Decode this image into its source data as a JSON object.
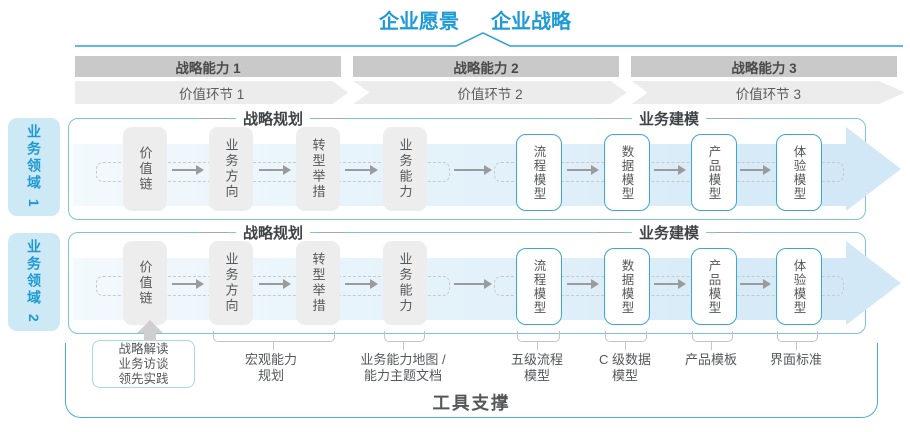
{
  "title": {
    "vision": "企业愿景",
    "strategy": "企业战略"
  },
  "strategy_capabilities": [
    "战略能力 1",
    "战略能力 2",
    "战略能力 3"
  ],
  "value_links": [
    "价值环节 1",
    "价值环节 2",
    "价值环节 3"
  ],
  "business_domains": [
    "业务领域 1",
    "业务领域 2"
  ],
  "rows": [
    {
      "planning": "战略规划",
      "modeling": "业务建模",
      "boxes": [
        "价值链",
        "业务方向",
        "转型举措",
        "业务能力",
        "流程模型",
        "数据模型",
        "产品模型",
        "体验模型"
      ]
    },
    {
      "planning": "战略规划",
      "modeling": "业务建模",
      "boxes": [
        "价值链",
        "业务方向",
        "转型举措",
        "业务能力",
        "流程模型",
        "数据模型",
        "产品模型",
        "体验模型"
      ]
    }
  ],
  "annotations": {
    "inputs_box": {
      "lines": [
        "战略解读",
        "业务访谈",
        "领先实践"
      ]
    },
    "items": [
      {
        "lines": [
          "宏观能力",
          "规划"
        ]
      },
      {
        "lines": [
          "业务能力地图 /",
          "能力主题文档"
        ]
      },
      {
        "lines": [
          "五级流程",
          "模型"
        ]
      },
      {
        "lines": [
          "C 级数据",
          "模型"
        ]
      },
      {
        "lines": [
          "产品模板"
        ]
      },
      {
        "lines": [
          "界面标准"
        ]
      }
    ]
  },
  "footer": {
    "tool_support": "工具支撑"
  },
  "colors": {
    "accent_blue": "#1e9bd7",
    "row_border_blue": "#7ec2e2",
    "container_blue": "#49acda",
    "bar_gray": "#c9c9c9",
    "chevron_gray": "#ececec",
    "box_gray": "#ededed",
    "band_blue": "#d2e8f6",
    "text_gray": "#54585a"
  }
}
